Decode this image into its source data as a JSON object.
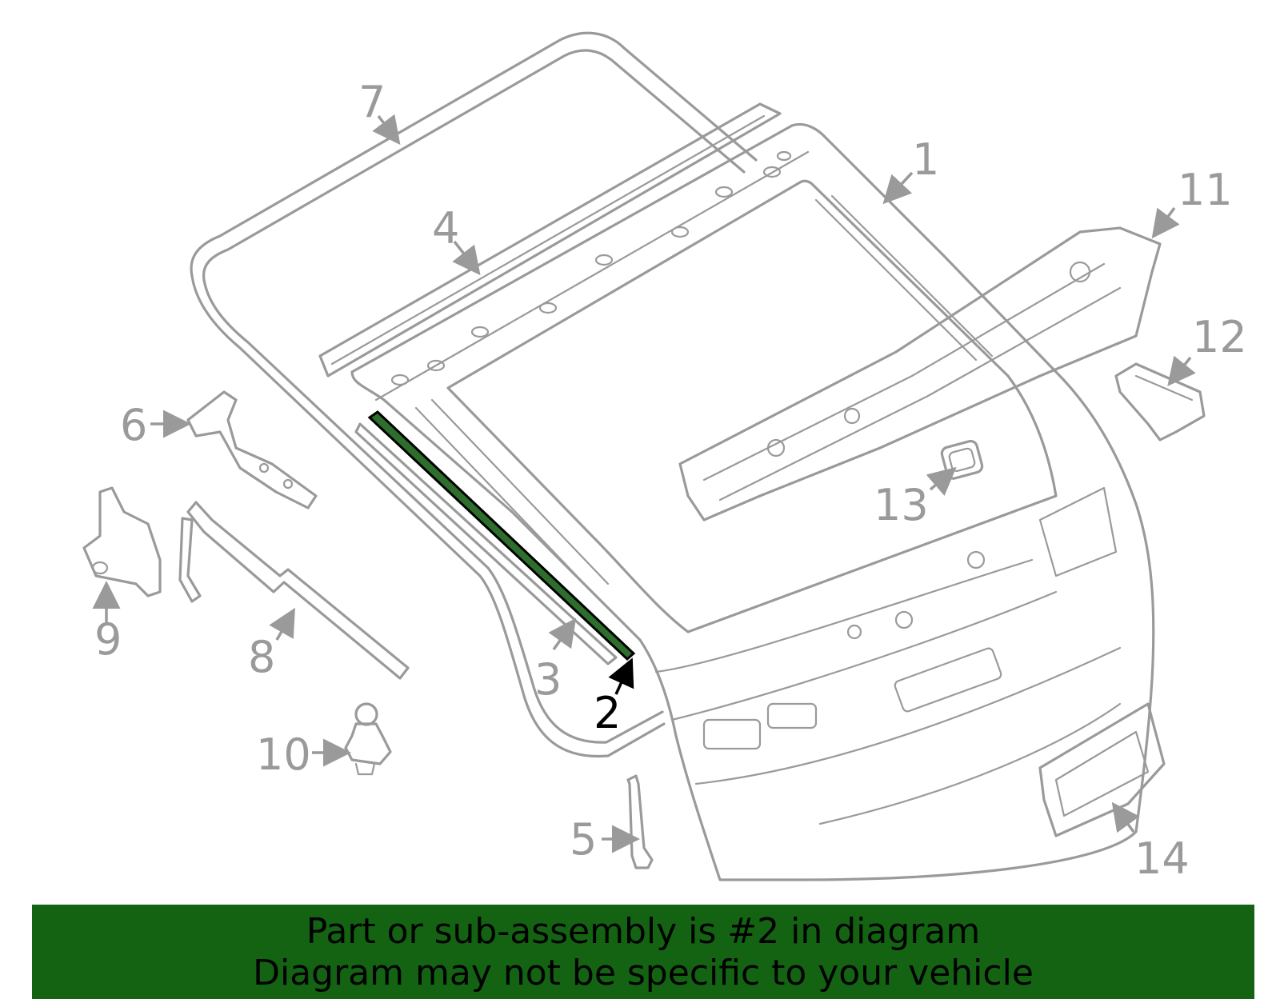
{
  "diagram": {
    "highlighted_part": "2",
    "highlight_color": "#2d6e2d",
    "callouts": {
      "c1": "1",
      "c2": "2",
      "c3": "3",
      "c4": "4",
      "c5": "5",
      "c6": "6",
      "c7": "7",
      "c8": "8",
      "c9": "9",
      "c10": "10",
      "c11": "11",
      "c12": "12",
      "c13": "13",
      "c14": "14"
    }
  },
  "banner": {
    "line1": "Part or sub-assembly is #2 in diagram",
    "line2": "Diagram may not be specific to your vehicle",
    "background": "#136313"
  }
}
